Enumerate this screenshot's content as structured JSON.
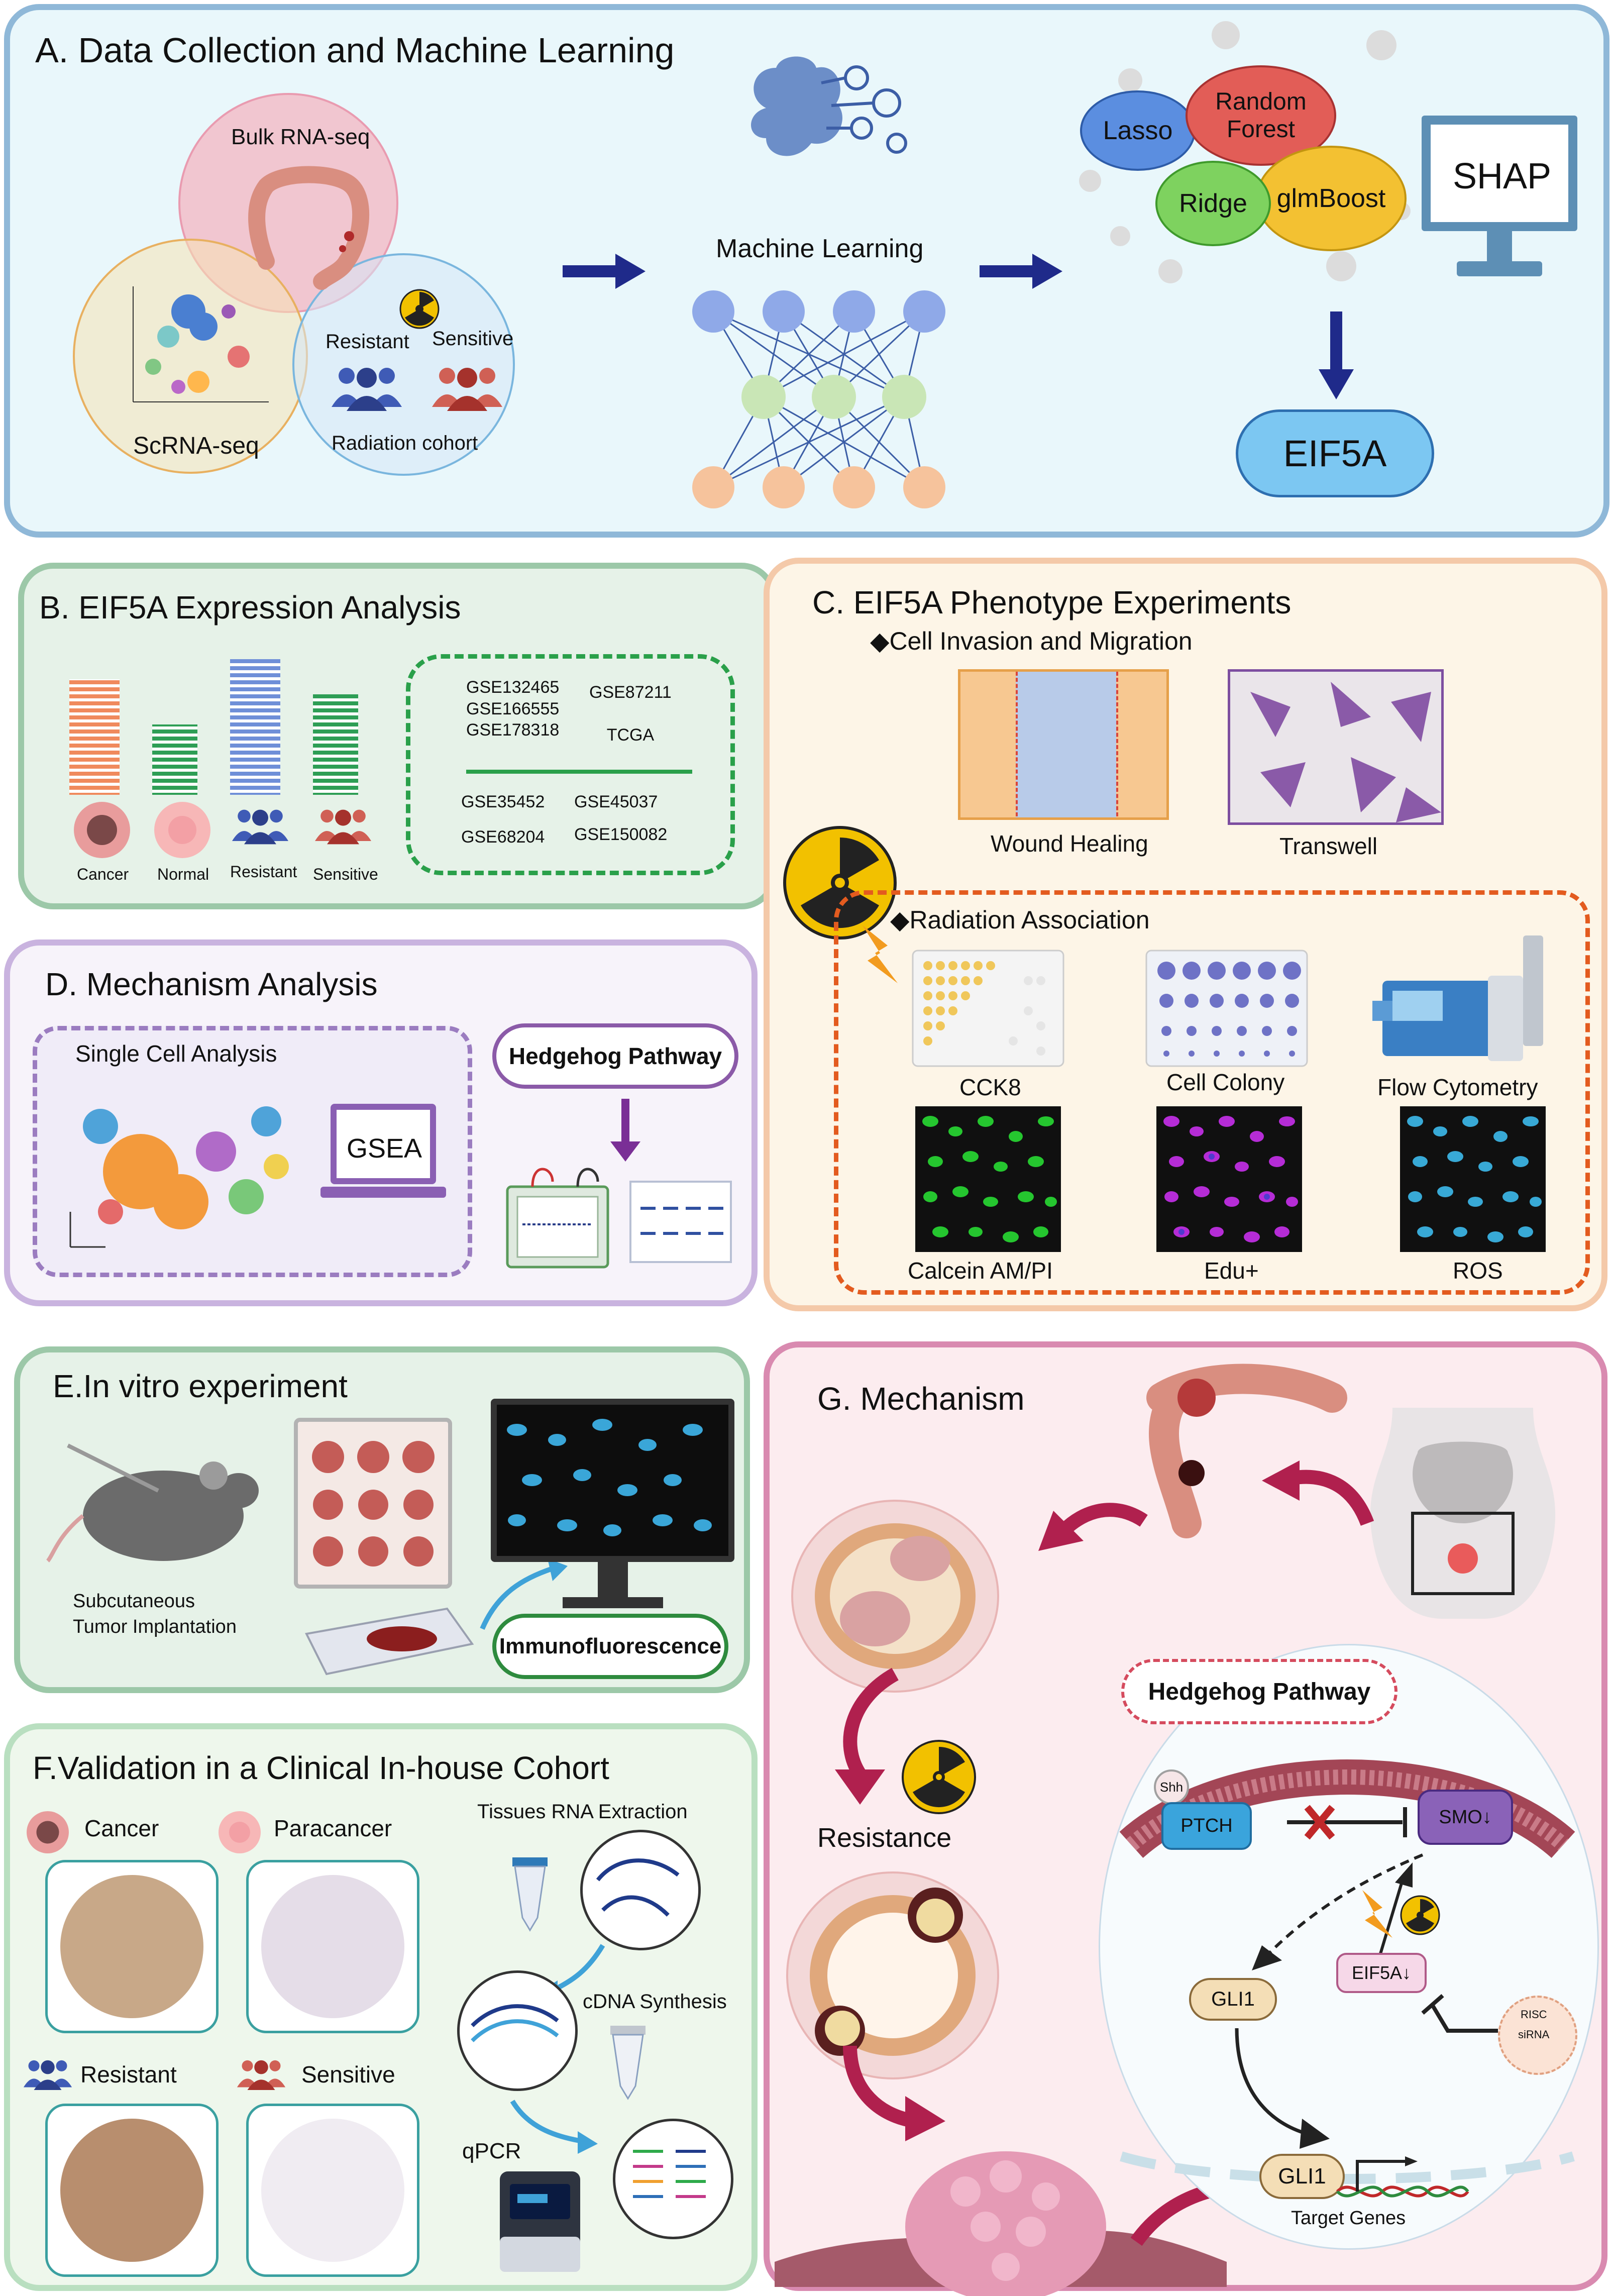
{
  "panel_a": {
    "title": "A.  Data Collection and Machine Learning",
    "bulk": "Bulk RNA-seq",
    "scrna": "ScRNA-seq",
    "resistant": "Resistant",
    "sensitive": "Sensitive",
    "cohort": "Radiation cohort",
    "ml": "Machine Learning",
    "lasso": "Lasso",
    "rf": "Random\nForest",
    "ridge": "Ridge",
    "glm": "glmBoost",
    "shap": "SHAP",
    "gene": "EIF5A"
  },
  "panel_b": {
    "title": "B.  EIF5A  Expression Analysis",
    "bars": [
      "Cancer",
      "Normal",
      "Resistant",
      "Sensitive"
    ],
    "bar_colors": [
      "#f08a5d",
      "#2e9e55",
      "#6f8fd8",
      "#2e9e55"
    ],
    "datasets_top_left": "GSE132465\nGSE166555\nGSE178318",
    "datasets_top_right": "GSE87211\n\nTCGA",
    "d1": "GSE35452",
    "d2": "GSE45037",
    "d3": "GSE68204",
    "d4": "GSE150082"
  },
  "panel_c": {
    "title": "C.  EIF5A  Phenotype Experiments",
    "sub1": "◆Cell Invasion and Migration",
    "wound": "Wound Healing",
    "transwell": "Transwell",
    "sub2": "◆Radiation Association",
    "cck8": "CCK8",
    "colony": "Cell Colony",
    "flow": "Flow Cytometry",
    "calcein": "Calcein AM/PI",
    "edu": "Edu+",
    "ros": "ROS"
  },
  "panel_d": {
    "title": "D. Mechanism Analysis",
    "single_cell": "Single Cell Analysis",
    "gsea": "GSEA",
    "hedgehog": "Hedgehog Pathway"
  },
  "panel_e": {
    "title": "E.In vitro experiment",
    "mouse_caption": "Subcutaneous\nTumor Implantation",
    "if": "Immunofluorescence"
  },
  "panel_f": {
    "title": "F.Validation in a Clinical In-house Cohort",
    "cancer": "Cancer",
    "paracancer": "Paracancer",
    "resistant": "Resistant",
    "sensitive": "Sensitive",
    "extraction": "Tissues RNA Extraction",
    "cdna": "cDNA Synthesis",
    "qpcr": "qPCR"
  },
  "panel_g": {
    "title": "G. Mechanism",
    "resistance": "Resistance",
    "hedgehog": "Hedgehog Pathway",
    "shh": "Shh",
    "ptch": "PTCH",
    "smo": "SMO↓",
    "eif5a": "EIF5A↓",
    "gli1_a": "GLI1",
    "gli1_b": "GLI1",
    "risc": "RISC",
    "sirna": "siRNA",
    "target": "Target Genes"
  },
  "colors": {
    "panel_a_border": "#8fb8d8",
    "panel_a_bg": "#e9f7fb",
    "panel_b_border": "#9cc8a8",
    "panel_b_bg": "#e6f2e8",
    "panel_c_border": "#f4c9a9",
    "panel_c_bg": "#fdf5e7",
    "panel_d_border": "#c9b3df",
    "panel_d_bg": "#f7f3fa",
    "panel_e_border": "#9cc8a8",
    "panel_e_bg": "#e6f2e8",
    "panel_f_border": "#b9dfc0",
    "panel_f_bg": "#eef7ec",
    "panel_g_border": "#d98ab0",
    "panel_g_bg": "#fcecef",
    "arrow_blue": "#1f2a8a",
    "arrow_red": "#b0204e"
  }
}
